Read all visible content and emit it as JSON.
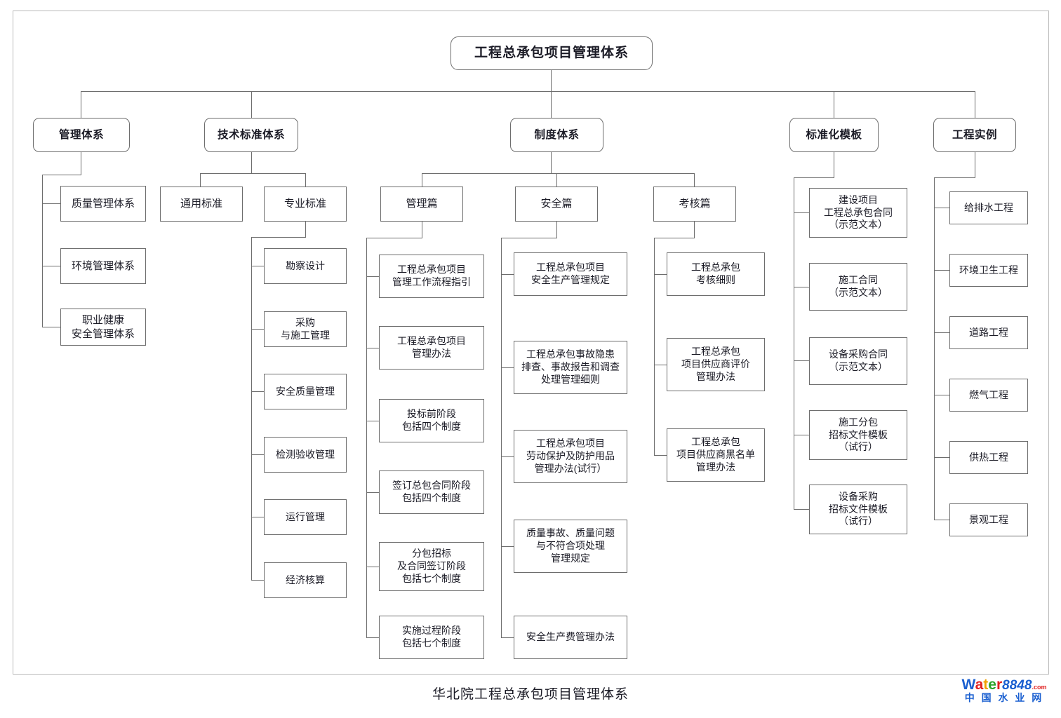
{
  "caption": "华北院工程总承包项目管理体系",
  "watermark": {
    "brand_chars": [
      "W",
      "a",
      "t",
      "e",
      "r"
    ],
    "number": "8848",
    "domain": ".com",
    "subtitle": "中 国 水 业 网",
    "colors": {
      "blue": "#1a5fd0",
      "red": "#e02020",
      "yellow": "#f0a000",
      "green": "#2aa32a"
    }
  },
  "style": {
    "line_color": "#6d6d6d",
    "frame_color": "#b9b9b9",
    "text_color": "#1b1b26",
    "background": "#ffffff"
  },
  "root": {
    "label": "工程总承包项目管理体系"
  },
  "branches": [
    {
      "id": "guanli-tixi",
      "label": "管理体系",
      "children": [
        {
          "label": "质量管理体系"
        },
        {
          "label": "环境管理体系"
        },
        {
          "label": "职业健康\n安全管理体系"
        }
      ]
    },
    {
      "id": "jishu-biaozhun-tixi",
      "label": "技术标准体系",
      "children": [
        {
          "label": "通用标准",
          "children": []
        },
        {
          "label": "专业标准",
          "children": [
            {
              "label": "勘察设计"
            },
            {
              "label": "采购\n与施工管理"
            },
            {
              "label": "安全质量管理"
            },
            {
              "label": "检测验收管理"
            },
            {
              "label": "运行管理"
            },
            {
              "label": "经济核算"
            }
          ]
        }
      ]
    },
    {
      "id": "zhidu-tixi",
      "label": "制度体系",
      "children": [
        {
          "label": "管理篇",
          "children": [
            {
              "label": "工程总承包项目\n管理工作流程指引"
            },
            {
              "label": "工程总承包项目\n管理办法"
            },
            {
              "label": "投标前阶段\n包括四个制度"
            },
            {
              "label": "签订总包合同阶段\n包括四个制度"
            },
            {
              "label": "分包招标\n及合同签订阶段\n包括七个制度"
            },
            {
              "label": "实施过程阶段\n包括七个制度"
            }
          ]
        },
        {
          "label": "安全篇",
          "children": [
            {
              "label": "工程总承包项目\n安全生产管理规定"
            },
            {
              "label": "工程总承包事故隐患\n排查、事故报告和调查\n处理管理细则"
            },
            {
              "label": "工程总承包项目\n劳动保护及防护用品\n管理办法(试行）"
            },
            {
              "label": "质量事故、质量问题\n与不符合项处理\n管理规定"
            },
            {
              "label": "安全生产费管理办法"
            }
          ]
        },
        {
          "label": "考核篇",
          "children": [
            {
              "label": "工程总承包\n考核细则"
            },
            {
              "label": "工程总承包\n项目供应商评价\n管理办法"
            },
            {
              "label": "工程总承包\n项目供应商黑名单\n管理办法"
            }
          ]
        }
      ]
    },
    {
      "id": "biaozhunhua-muban",
      "label": "标准化模板",
      "children": [
        {
          "label": "建设项目\n工程总承包合同\n（示范文本）"
        },
        {
          "label": "施工合同\n（示范文本）"
        },
        {
          "label": "设备采购合同\n（示范文本）"
        },
        {
          "label": "施工分包\n招标文件模板\n（试行）"
        },
        {
          "label": "设备采购\n招标文件模板\n（试行）"
        }
      ]
    },
    {
      "id": "gongcheng-shili",
      "label": "工程实例",
      "children": [
        {
          "label": "给排水工程"
        },
        {
          "label": "环境卫生工程"
        },
        {
          "label": "道路工程"
        },
        {
          "label": "燃气工程"
        },
        {
          "label": "供热工程"
        },
        {
          "label": "景观工程"
        }
      ]
    }
  ]
}
